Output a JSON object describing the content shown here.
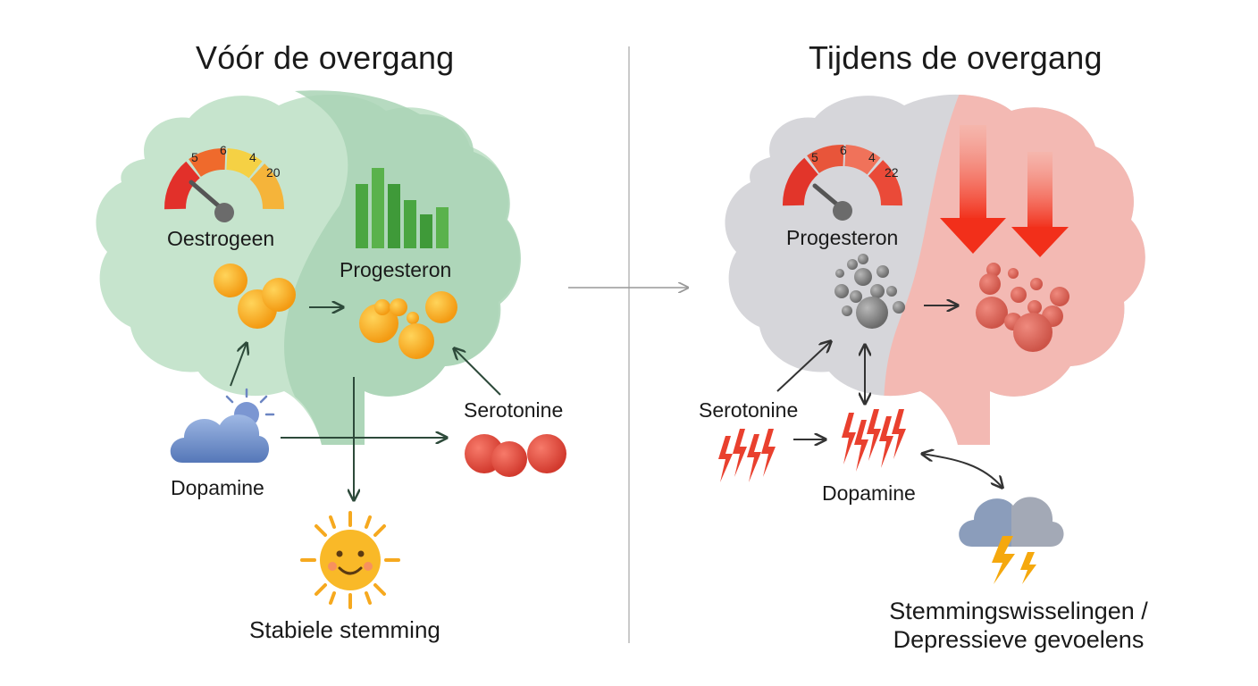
{
  "left": {
    "title": "Vóór de overgang",
    "gauge_ticks": [
      "5",
      "6",
      "4",
      "20"
    ],
    "label_oestrogeen": "Oestrogeen",
    "label_progesteron": "Progesteron",
    "label_serotonine": "Serotonine",
    "label_dopamine": "Dopamine",
    "label_mood": "Stabiele stemming",
    "icons": [
      "gauge-icon",
      "bar-chart-icon",
      "cloud-sun-icon",
      "sun-smile-icon"
    ],
    "colors": {
      "brain": "#b9dcc4",
      "molecule": "#f6a623",
      "serotonine": "#e0473b",
      "bars": "#3f9a39"
    }
  },
  "right": {
    "title": "Tijdens de overgang",
    "gauge_ticks": [
      "5",
      "6",
      "4",
      "22"
    ],
    "label_progesteron": "Progesteron",
    "label_serotonine": "Serotonine",
    "label_dopamine": "Dopamine",
    "label_mood_line1": "Stemmingswisselingen /",
    "label_mood_line2": "Depressieve gevoelens",
    "icons": [
      "gauge-icon",
      "down-arrow-icon",
      "lightning-icon",
      "storm-cloud-icon"
    ],
    "colors": {
      "brain_grey": "#d2d2d6",
      "brain_red": "#f2b6b0",
      "molecule_grey": "#7a7a7a",
      "molecule_red": "#d9574d",
      "arrow": "#f23a22"
    }
  }
}
